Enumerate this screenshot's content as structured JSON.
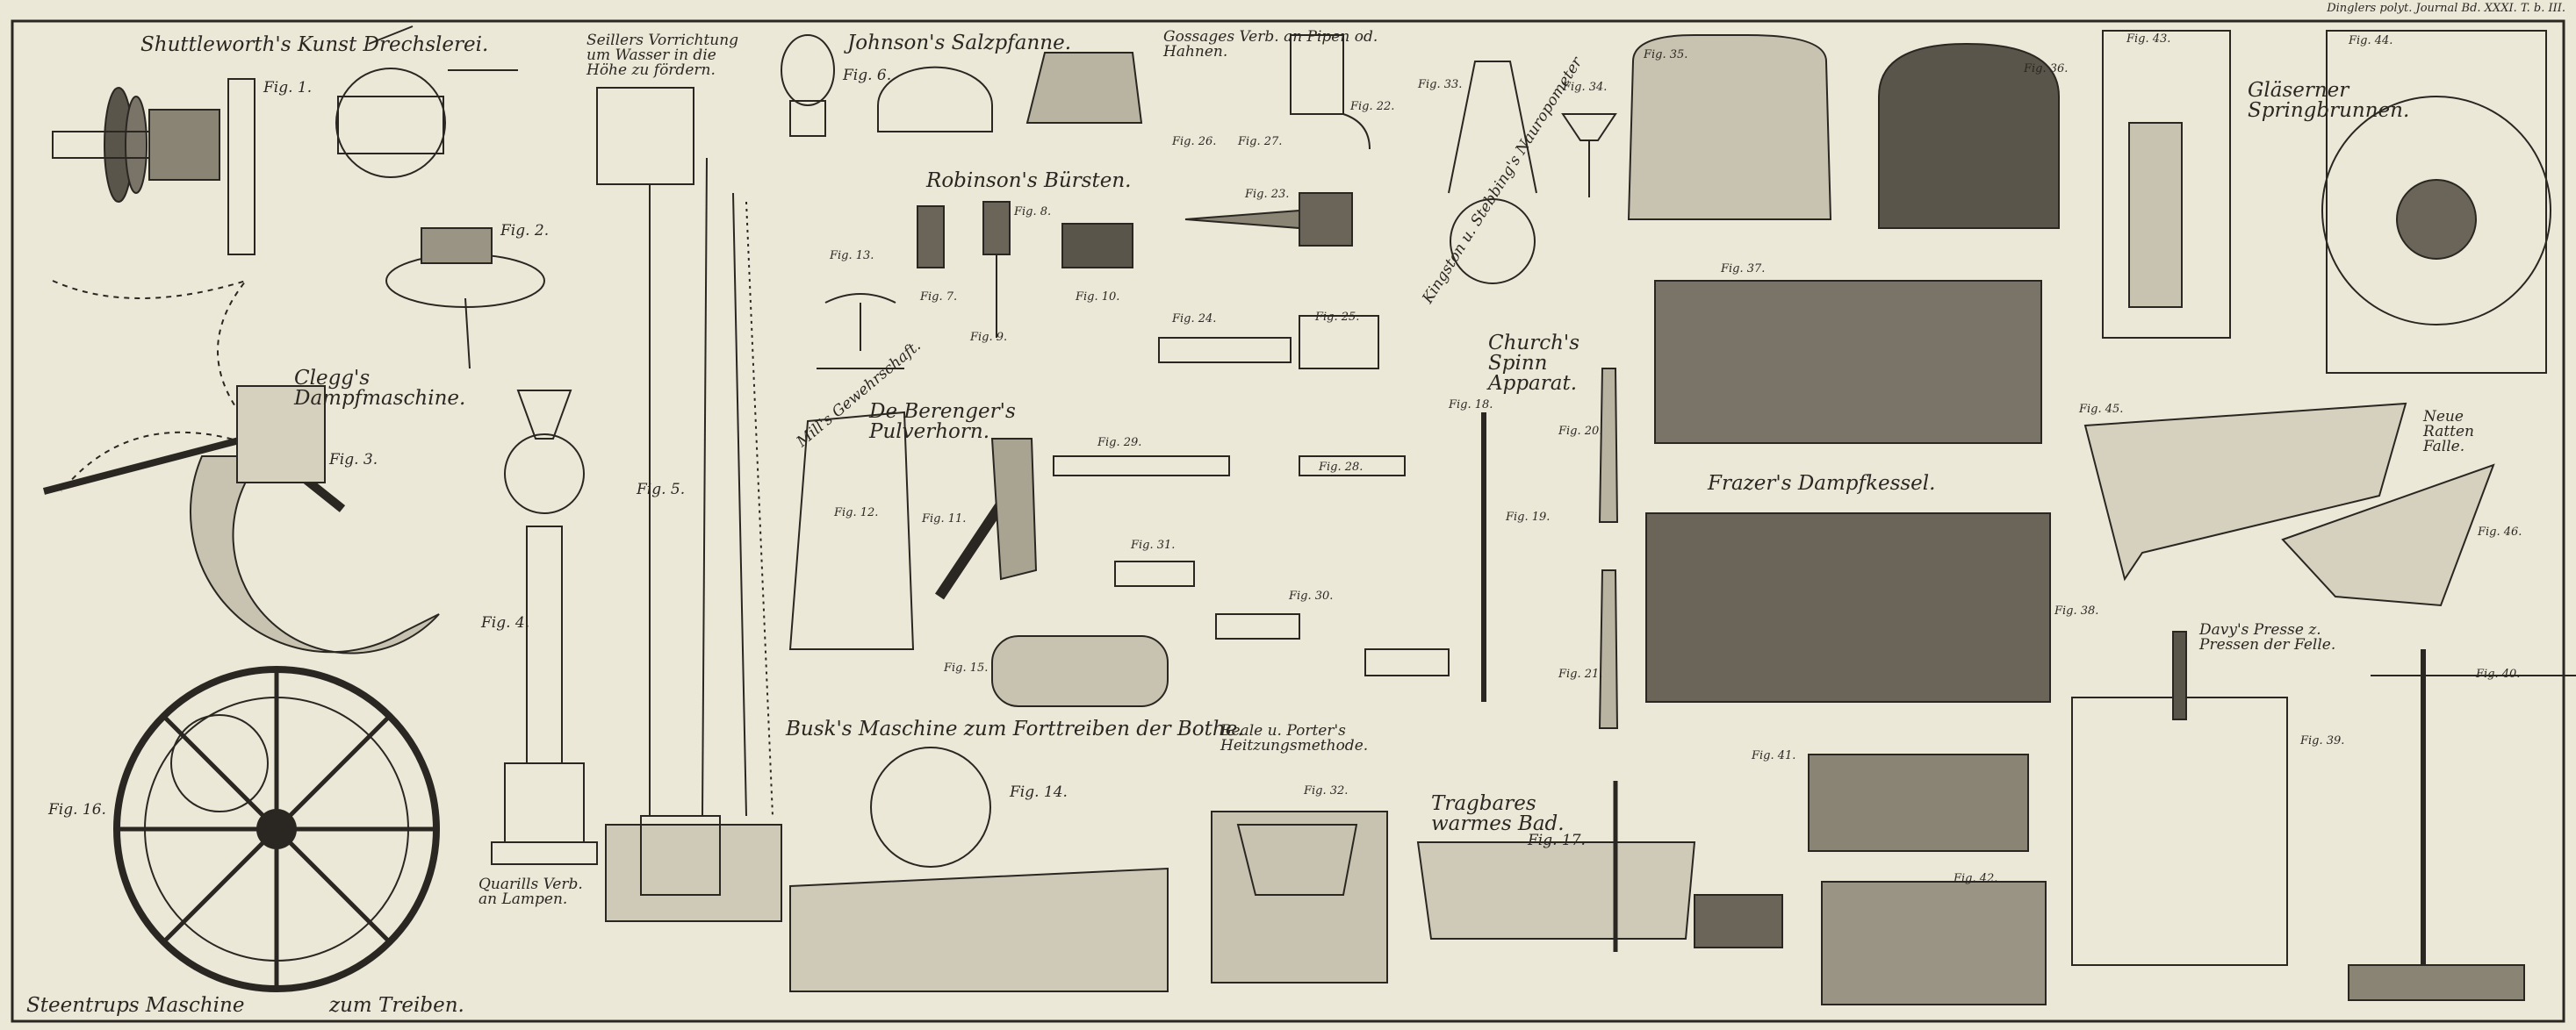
{
  "header": {
    "journal": "Dinglers polyt. Journal Bd. XXXI. T. b. III."
  },
  "titles": {
    "shuttleworth": "Shuttleworth's Kunst Drechslerei.",
    "seillers": "Seillers Vorrichtung um Wasser in die Höhe zu fördern.",
    "johnson": "Johnson's Salzpfanne.",
    "gossage": "Gossages Verb. an Pipen od. Hahnen.",
    "robinson": "Robinson's Bürsten.",
    "clegg": "Clegg's Dampfmaschine.",
    "quarill": "Quarills Verb. an Lampen.",
    "steentrup_a": "Steentrups Maschine",
    "steentrup_b": "zum Treiben.",
    "mill": "Mill's Gewehrschaft.",
    "berenger": "De Berenger's Pulverhorn.",
    "busk": "Busk's Maschine zum Forttreiben der Bothe.",
    "beale": "Beale u. Porter's Heitzungsmethode.",
    "bad": "Tragbares warmes Bad.",
    "kingston": "Kingston u. Stebbing's Nauropometer",
    "church": "Church's Spinn Apparat.",
    "frazer": "Frazer's Dampfkessel.",
    "glas": "Gläserner Springbrunnen.",
    "ratten": "Neue Ratten Falle.",
    "davy": "Davy's Presse z. Pressen der Felle."
  },
  "figs": {
    "f1": "Fig. 1.",
    "f2": "Fig. 2.",
    "f3": "Fig. 3.",
    "f4": "Fig. 4.",
    "f5": "Fig. 5.",
    "f6": "Fig. 6.",
    "f7": "Fig. 7.",
    "f8": "Fig. 8.",
    "f9": "Fig. 9.",
    "f10": "Fig. 10.",
    "f11": "Fig. 11.",
    "f12": "Fig. 12.",
    "f13": "Fig. 13.",
    "f14": "Fig. 14.",
    "f15": "Fig. 15.",
    "f16": "Fig. 16.",
    "f17": "Fig. 17.",
    "f18": "Fig. 18.",
    "f19": "Fig. 19.",
    "f20": "Fig. 20.",
    "f21": "Fig. 21.",
    "f22": "Fig. 22.",
    "f23": "Fig. 23.",
    "f24": "Fig. 24.",
    "f25": "Fig. 25.",
    "f26": "Fig. 26.",
    "f27": "Fig. 27.",
    "f28": "Fig. 28.",
    "f29": "Fig. 29.",
    "f30": "Fig. 30.",
    "f31": "Fig. 31.",
    "f32": "Fig. 32.",
    "f33": "Fig. 33.",
    "f34": "Fig. 34.",
    "f35": "Fig. 35.",
    "f36": "Fig. 36.",
    "f37": "Fig. 37.",
    "f38": "Fig. 38.",
    "f39": "Fig. 39.",
    "f40": "Fig. 40.",
    "f41": "Fig. 41.",
    "f42": "Fig. 42.",
    "f43": "Fig. 43.",
    "f44": "Fig. 44.",
    "f45": "Fig. 45.",
    "f46": "Fig. 46."
  },
  "colors": {
    "paper": "#ece8d8",
    "ink": "#2a2722"
  }
}
